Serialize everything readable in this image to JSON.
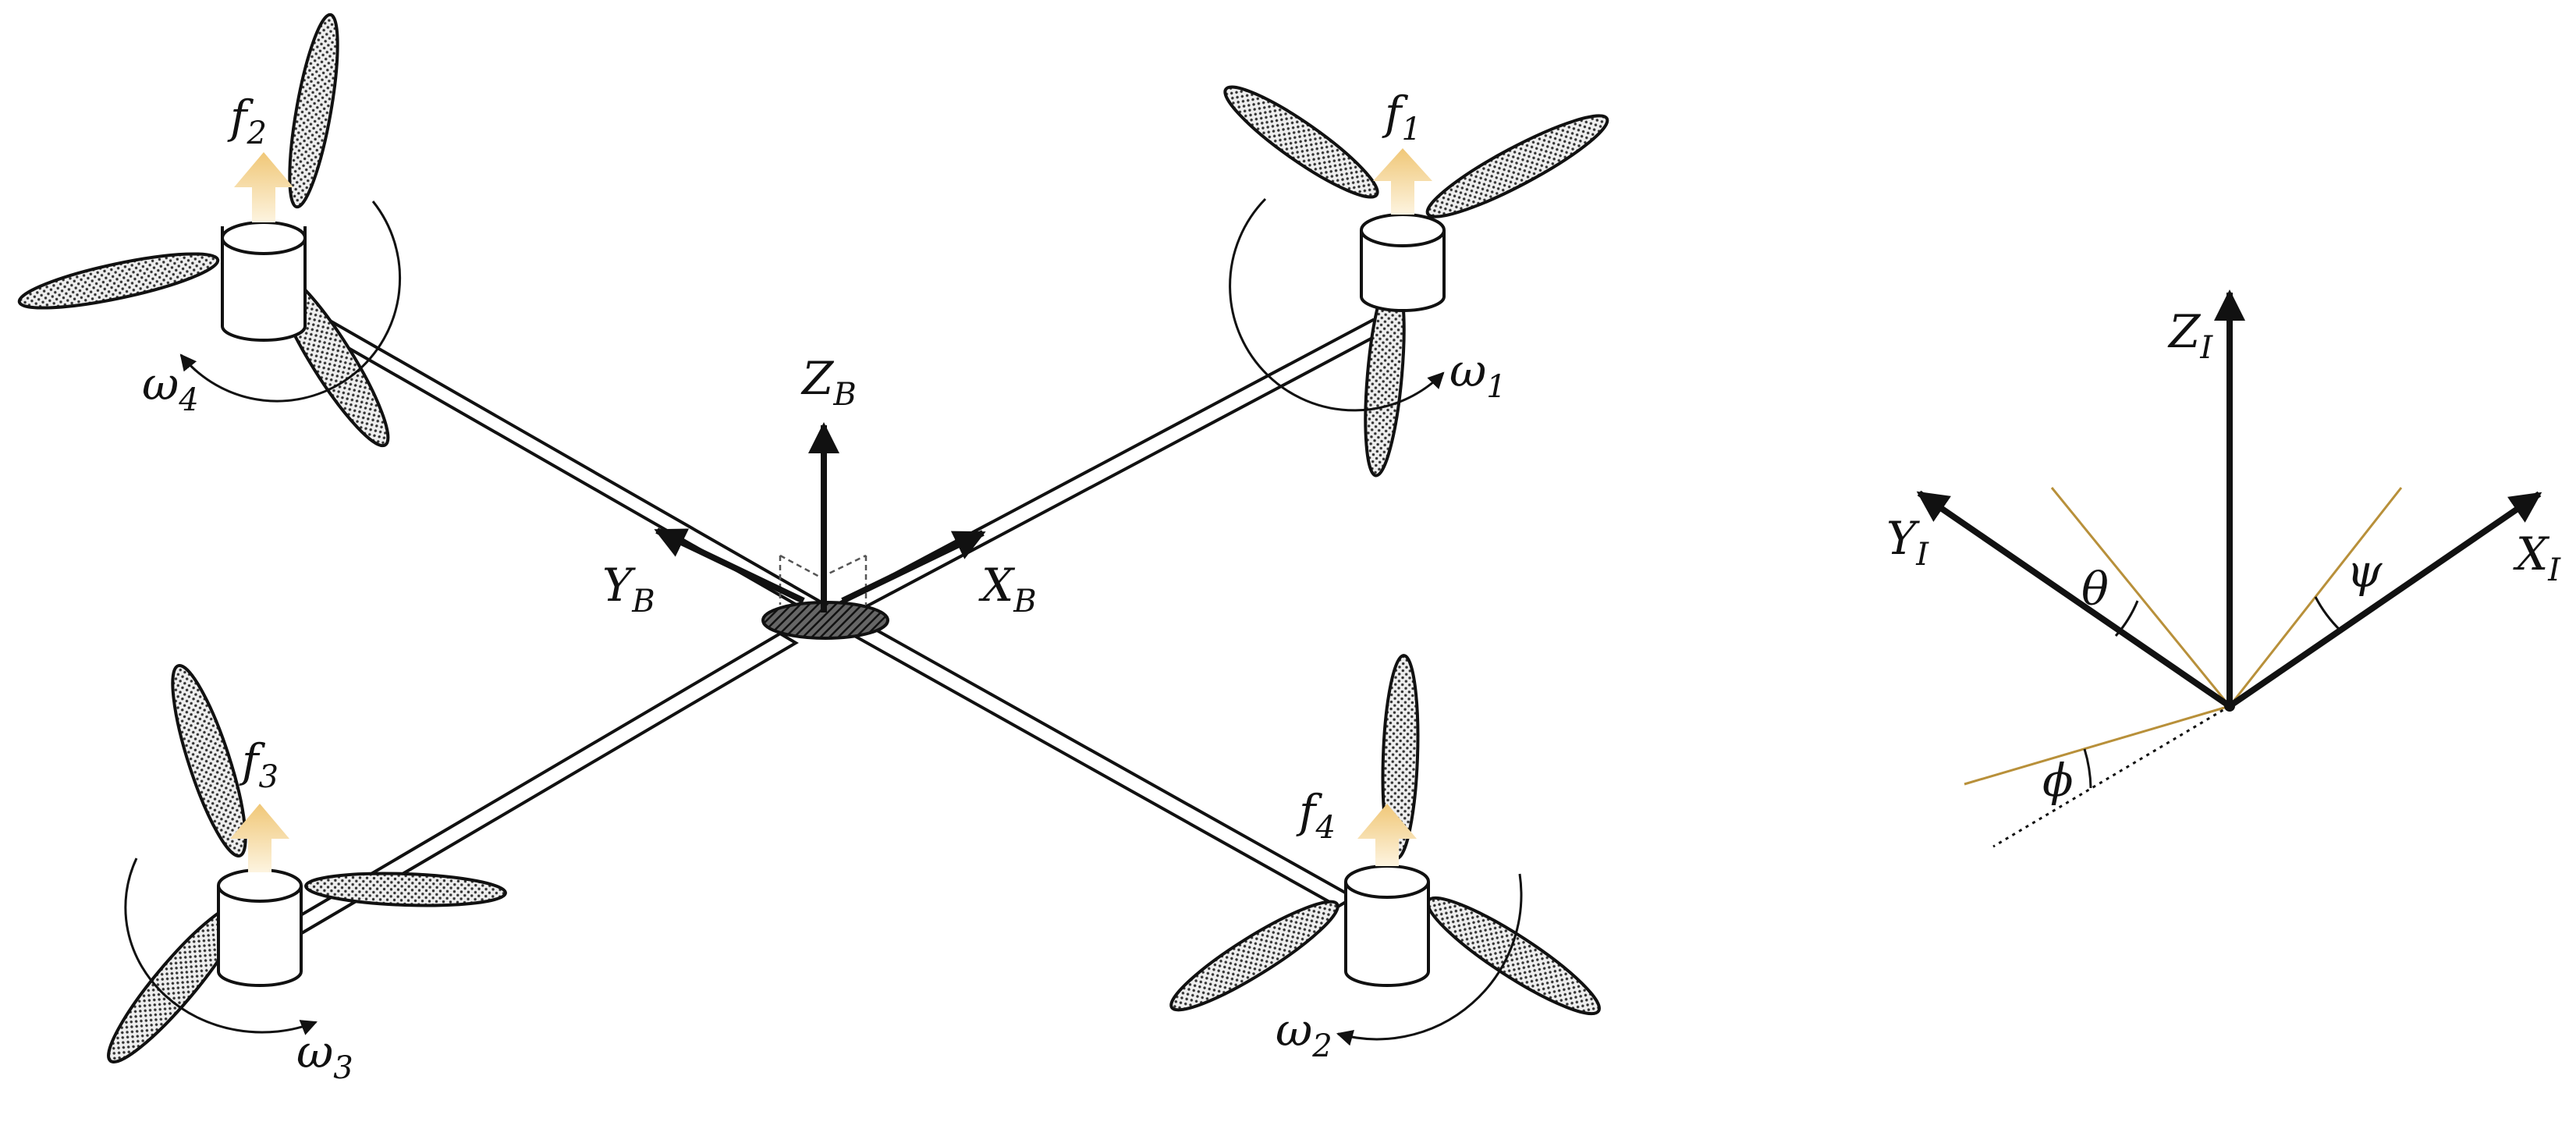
{
  "colors": {
    "line": "#111111",
    "blade_fill": "#cfcfcf",
    "thrust_arrow": "#f0c777",
    "euler_line": "#b8903a",
    "background": "#ffffff"
  },
  "quadrotor": {
    "body_frame": {
      "z": {
        "main": "Z",
        "sub": "B"
      },
      "x": {
        "main": "X",
        "sub": "B"
      },
      "y": {
        "main": "Y",
        "sub": "B"
      }
    },
    "rotors": [
      {
        "id": "rotor-1",
        "thrust": {
          "main": "f",
          "sub": "1"
        },
        "spin": {
          "main": "ω",
          "sub": "1"
        }
      },
      {
        "id": "rotor-2",
        "thrust": {
          "main": "f",
          "sub": "2"
        },
        "spin": {
          "main": "ω",
          "sub": "4"
        }
      },
      {
        "id": "rotor-3",
        "thrust": {
          "main": "f",
          "sub": "3"
        },
        "spin": {
          "main": "ω",
          "sub": "3"
        }
      },
      {
        "id": "rotor-4",
        "thrust": {
          "main": "f",
          "sub": "4"
        },
        "spin": {
          "main": "ω",
          "sub": "2"
        }
      }
    ]
  },
  "inertial_frame": {
    "z": {
      "main": "Z",
      "sub": "I"
    },
    "x": {
      "main": "X",
      "sub": "I"
    },
    "y": {
      "main": "Y",
      "sub": "I"
    },
    "angles": {
      "theta": "θ",
      "psi": "ψ",
      "phi": "ϕ"
    }
  }
}
